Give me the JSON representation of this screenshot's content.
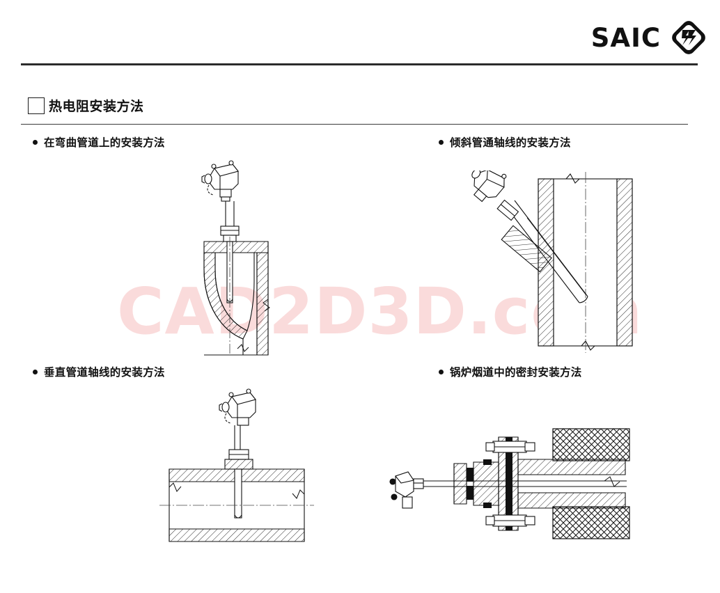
{
  "header": {
    "brand_name": "SAIC",
    "brand_mark_icon": "saic-diamond-emblem-icon"
  },
  "title": {
    "checkbox_icon": "square-outline-icon",
    "text": "热电阻安装方法"
  },
  "sections": [
    {
      "id": "curved-pipe",
      "bullet_icon": "bullet-dot-icon",
      "label": "在弯曲管道上的安装方法",
      "figure_name": "rtd-on-elbow-pipe-diagram"
    },
    {
      "id": "inclined-pipe-axis",
      "bullet_icon": "bullet-dot-icon",
      "label": "倾斜管通轴线的安装方法",
      "figure_name": "rtd-inclined-through-pipe-axis-diagram"
    },
    {
      "id": "perpendicular-pipe-axis",
      "bullet_icon": "bullet-dot-icon",
      "label": "垂直管道轴线的安装方法",
      "figure_name": "rtd-perpendicular-to-pipe-axis-diagram"
    },
    {
      "id": "boiler-flue-sealed",
      "bullet_icon": "bullet-dot-icon",
      "label": "锅炉烟道中的密封安装方法",
      "figure_name": "rtd-sealed-in-boiler-flue-diagram"
    }
  ],
  "watermark": {
    "text": "CAD2D3D.com",
    "color": "#fadbdb"
  },
  "colors": {
    "page_background": "#ffffff",
    "ink": "#111111",
    "rule": "#2b2b2b",
    "watermark": "#fadbdb"
  }
}
